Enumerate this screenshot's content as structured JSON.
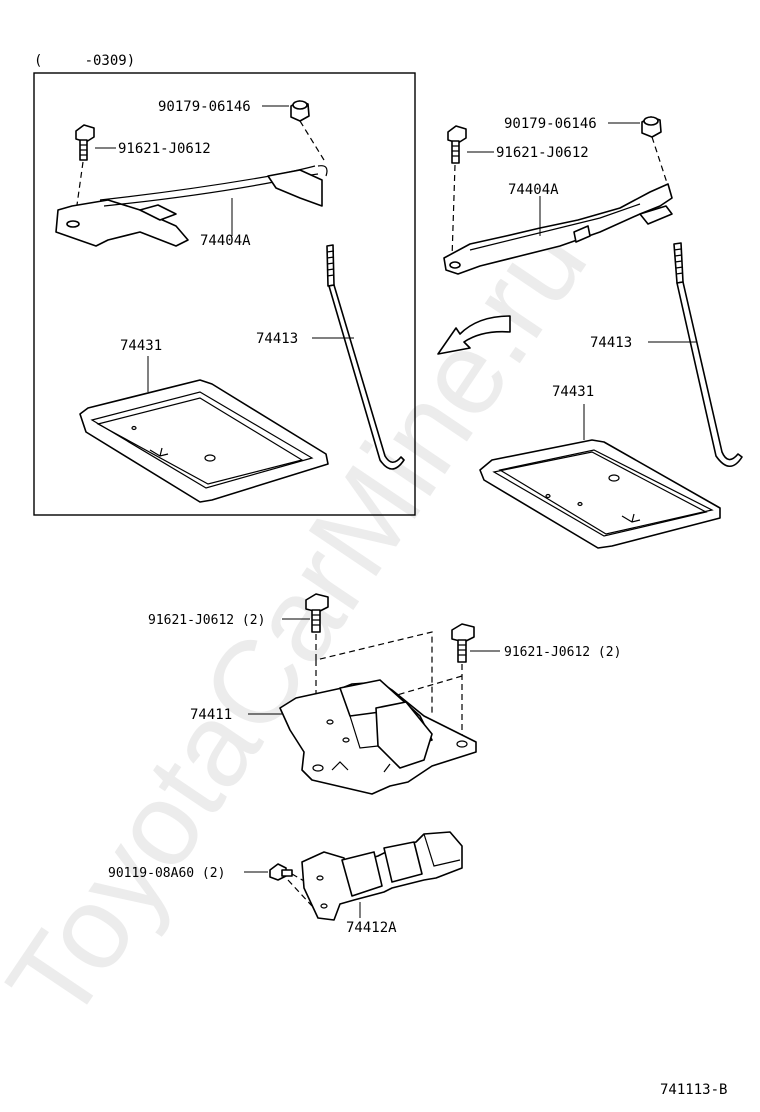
{
  "watermark": "ToyotaCarMine.ru",
  "inset_range": "(     -0309)",
  "diagram_id": "741113-B",
  "labels": {
    "nut_left": "90179-06146",
    "bolt_left": "91621-J0612",
    "clamp_left": "74404A",
    "tray_left": "74431",
    "rod_left": "74413",
    "nut_right": "90179-06146",
    "bolt_right": "91621-J0612",
    "clamp_right": "74404A",
    "rod_right": "74413",
    "tray_right": "74431",
    "carrier_bolt_a": "91621-J0612 (2)",
    "carrier_bolt_b": "91621-J0612 (2)",
    "carrier": "74411",
    "stay_bolt": "90119-08A60 (2)",
    "stay": "74412A"
  }
}
